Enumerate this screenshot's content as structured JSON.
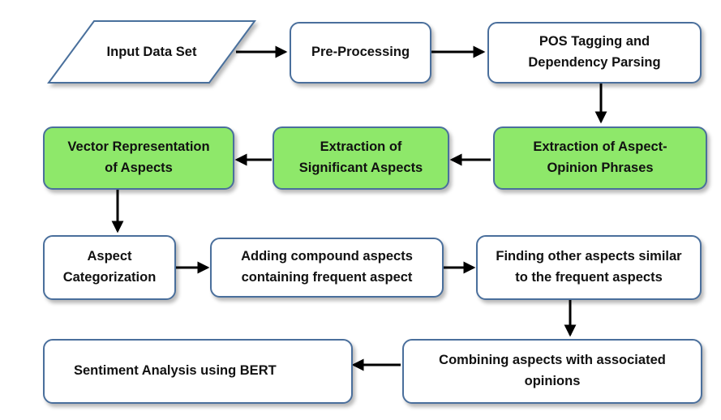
{
  "diagram": {
    "nodes": {
      "input": "Input Data Set",
      "preprocessing": "Pre-Processing",
      "pos": "POS Tagging and\nDependency Parsing",
      "extract_phrases": "Extraction of Aspect-\nOpinion Phrases",
      "extract_significant": "Extraction of\nSignificant Aspects",
      "vector": "Vector Representation\nof Aspects",
      "categorization": "Aspect\nCategorization",
      "compound": "Adding compound aspects\ncontaining frequent aspect",
      "similar": "Finding other aspects similar\nto the frequent aspects",
      "combining": "Combining aspects with associated\nopinions",
      "sentiment": "Sentiment Analysis using BERT"
    },
    "edges": [
      [
        "input",
        "preprocessing"
      ],
      [
        "preprocessing",
        "pos"
      ],
      [
        "pos",
        "extract_phrases"
      ],
      [
        "extract_phrases",
        "extract_significant"
      ],
      [
        "extract_significant",
        "vector"
      ],
      [
        "vector",
        "categorization"
      ],
      [
        "categorization",
        "compound"
      ],
      [
        "compound",
        "similar"
      ],
      [
        "similar",
        "combining"
      ],
      [
        "combining",
        "sentiment"
      ]
    ],
    "colors": {
      "highlight_fill": "#8ee86a",
      "default_fill": "#ffffff",
      "border": "#4a6f9c",
      "arrow": "#000000"
    },
    "highlighted_nodes": [
      "extract_phrases",
      "extract_significant",
      "vector"
    ]
  }
}
